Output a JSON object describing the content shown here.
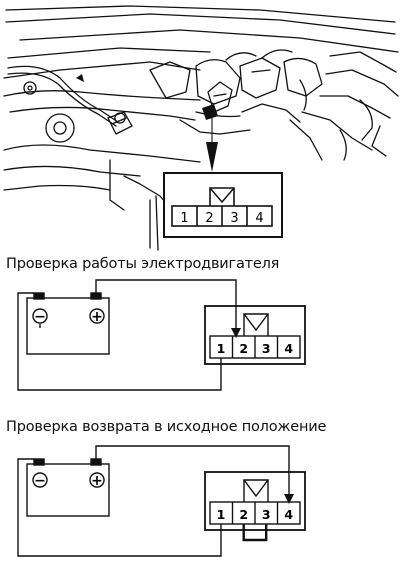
{
  "connector": {
    "pins": [
      "1",
      "2",
      "3",
      "4"
    ]
  },
  "test_motor": {
    "caption": "Проверка работы электродвигателя",
    "battery_negative": "−",
    "battery_positive": "+"
  },
  "test_return": {
    "caption": "Проверка возврата в исходное положение",
    "battery_negative": "−",
    "battery_positive": "+"
  }
}
